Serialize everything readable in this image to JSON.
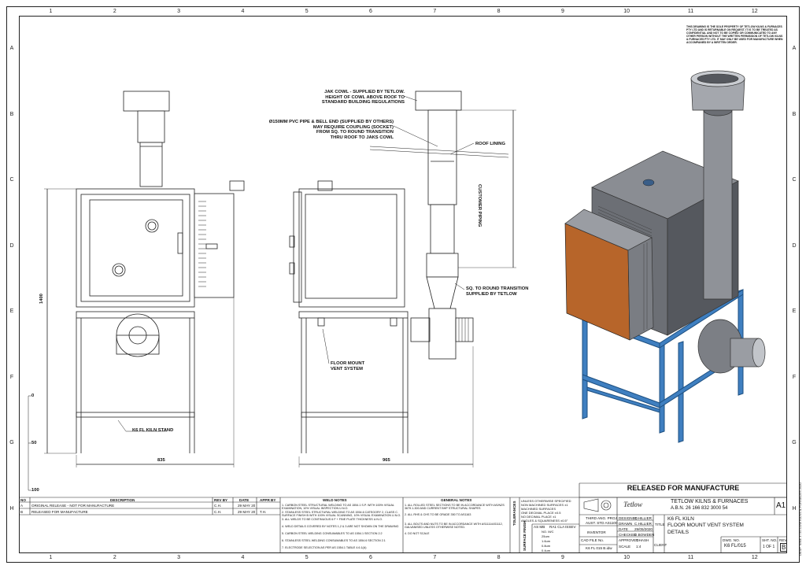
{
  "sheet": {
    "zones_top": [
      "1",
      "2",
      "3",
      "4",
      "5",
      "6",
      "7",
      "8",
      "9",
      "10",
      "11",
      "12"
    ],
    "zones_side": [
      "A",
      "B",
      "C",
      "D",
      "E",
      "F",
      "G",
      "H"
    ],
    "disclaimer": "THIS DRAWING IS THE SOLE PROPERTY OF TETLOW KILNS & FURNACES PTY LTD AND IS RETURNABLE ON REQUEST. IT IS TO BE TREATED AS CONFIDENTIAL AND NOT TO BE COPIED OR COMMUNICATED TO ANY OTHER PERSON WITHOUT THE WRITTEN PERMISSION OF TETLOW KILNS & FURNACES PTY LTD. IT MAY ONLY BE USED FOR MANUFACTURE WHEN ACCOMPANIED BY A WRITTEN ORDER."
  },
  "annotations": {
    "jak_cowl": [
      "JAK COWL - SUPPLIED BY TETLOW.",
      "HEIGHT OF COWL ABOVE ROOF TO",
      "STANDARD BUILDING REGULATIONS"
    ],
    "pvc_pipe": [
      "Ø150mm PVC PIPE & BELL END (SUPPLIED BY OTHERS)",
      "MAY REQUIRE COUPLING (SOCKET)",
      "FROM SQ. TO ROUND TRANSITION",
      "THRU ROOF TO JAKS COWL"
    ],
    "roof_lining": "ROOF LINING",
    "customer_piping": "CUSTOMER PIPING",
    "transition": [
      "SQ. TO ROUND TRANSITION",
      "SUPPLIED BY TETLOW"
    ],
    "floor_vent": [
      "FLOOR MOUNT",
      "VENT SYSTEM"
    ],
    "kiln_stand": "K6 FL KILN STAND"
  },
  "dimensions": {
    "height": "1400",
    "width_front": "835",
    "width_side": "965",
    "scale_0": "0",
    "scale_50": "50",
    "scale_100": "100"
  },
  "revisions": {
    "headers": [
      "NO",
      "DESCRIPTION",
      "REV BY",
      "DATE",
      "APPR BY"
    ],
    "rows": [
      [
        "A",
        "ORIGINAL RELEASE - NOT FOR MANUFACTURE",
        "C.H.",
        "29 MAY 20",
        ""
      ],
      [
        "B",
        "RELEASED FOR MANUFACTURE",
        "C.H.",
        "29 MAY 20",
        "T.H."
      ]
    ]
  },
  "weld_notes": {
    "title": "WELD NOTES",
    "items": [
      "1. CARBON STEEL STRUCTURAL WELDING TO AS 1554.1 S.P. WITH 100% VISUAL EXAMINATION, 10% VISUAL INSPECTION U.N.O.",
      "2. STAINLESS STEEL STRUCTURAL WELDING TO AS 1554.6 CATEGORY 2, CLASS C. SURFACE FINISH B WITH 100% VISUAL SCANNING, 10% VISUAL EXAMINATION U.N.O.",
      "3. ALL WELDS TO BE CONTINUOUS 6 F + FINE PLATE THICKNESS U.N.O.",
      "4. WELD DETAILS COVERED BY NOTES 1,2 & 3 ARE NOT SHOWN ON THE DRAWING",
      "5. CARBON STEEL WELDING CONSUMABLES TO AS 1554.1 SECTION 2.2",
      "6. STAINLESS STEEL WELDING CONSUMABLES TO AS 1554.6 SECTION 2.1",
      "7. ELECTRODE SELECTION AS PER AS 1554.1 TABLE 4.6.1(A)"
    ]
  },
  "general_notes": {
    "title": "GENERAL NOTES",
    "items": [
      "1. ALL ROLLED STEEL SECTIONS TO BE IN ACCORDANCE WITH AS/NZS 3679.1-300 AND CURRENT BHP STRUCTURAL SHAPES",
      "2. ALL RHS & CHS TO BE GRADE 350 TO AS1163",
      "3. ALL BOLTS AND NUTS TO BE IN ACCORDANCE WITH AS1111/AS1112, GALVANISED UNLESS OTHERWISE NOTED.",
      "4. DO NOT SCALE"
    ]
  },
  "tolerances": {
    "label": "TOLERANCES",
    "lines": [
      "UNLESS OTHERWISE SPECIFIED",
      "NON MACHINED SURFACES ±1",
      "MACHINED SURFACES",
      "ONE DECIMAL PLACE ±0.5",
      "NO DECIMAL PLACE ±1",
      "ANGLES & SQUARENESS ±0.5°"
    ],
    "finish_label": "SURFACE FINISH",
    "finish_headers": [
      "AS MB",
      "RA1 CLA",
      "ISSEV"
    ],
    "finish_rows": [
      "NO. M/C",
      "25um",
      "1.6um",
      "0.8um",
      "0.4um"
    ]
  },
  "released_banner": "RELEASED FOR MANUFACTURE",
  "company": {
    "logo": "Tetlow",
    "name": "TETLOW KILNS & FURNACES",
    "abn": "A.B.N. 26 166 832 3000 54"
  },
  "drawing_info": {
    "projection": "THIRD ANG. PROJ",
    "standard": "AUST. STD AS1100",
    "cad": "INVENTOR",
    "designed_label": "DESIGNED",
    "designed_by": "C.HILLIER",
    "drawn_label": "DRAWN",
    "drawn_by": "C.HILLIER",
    "date_label": "DATE",
    "date": "29/05/2020",
    "checked_label": "CHECKED",
    "checked": "D.BOWDEN",
    "approved_label": "APPROVED",
    "approved": "T.HASH",
    "scale_label": "SCALE",
    "scale": "1:4",
    "title_label": "TITLE",
    "title_lines": [
      "K6 FL KILN",
      "FLOOR MOUNT VENT SYSTEM",
      "DETAILS"
    ],
    "client_label": "CLIENT",
    "cad_file_label": "CAD FILE No.",
    "cad_file": "K6 FL 015 B.idw",
    "dwg_no_label": "DWG. NO.",
    "dwg_no": "K6 FL/015",
    "sheet_label": "SHT. NO.",
    "sheet": "1 OF 1",
    "rev_label": "REV",
    "rev": "B",
    "size": "A1",
    "side_text": "DESP. NINE 3 TETLOW KILNS & FURNACES 2020"
  }
}
